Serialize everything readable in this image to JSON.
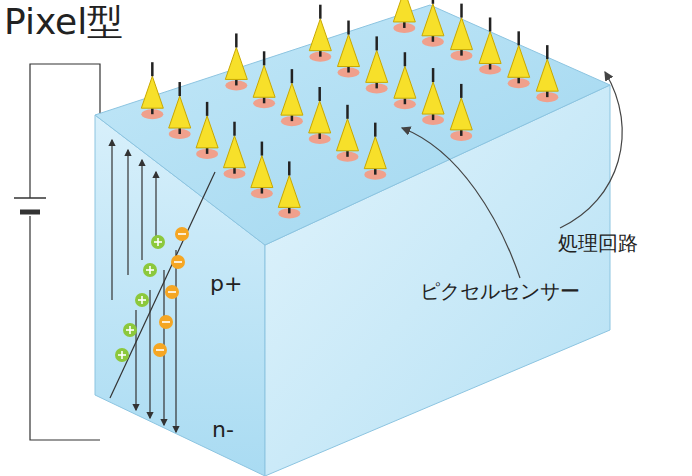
{
  "diagram": {
    "title": "Pixel型",
    "labels": [
      "p+",
      "n-",
      "処理回路",
      "ピクセルセンサー"
    ]
  }
}
